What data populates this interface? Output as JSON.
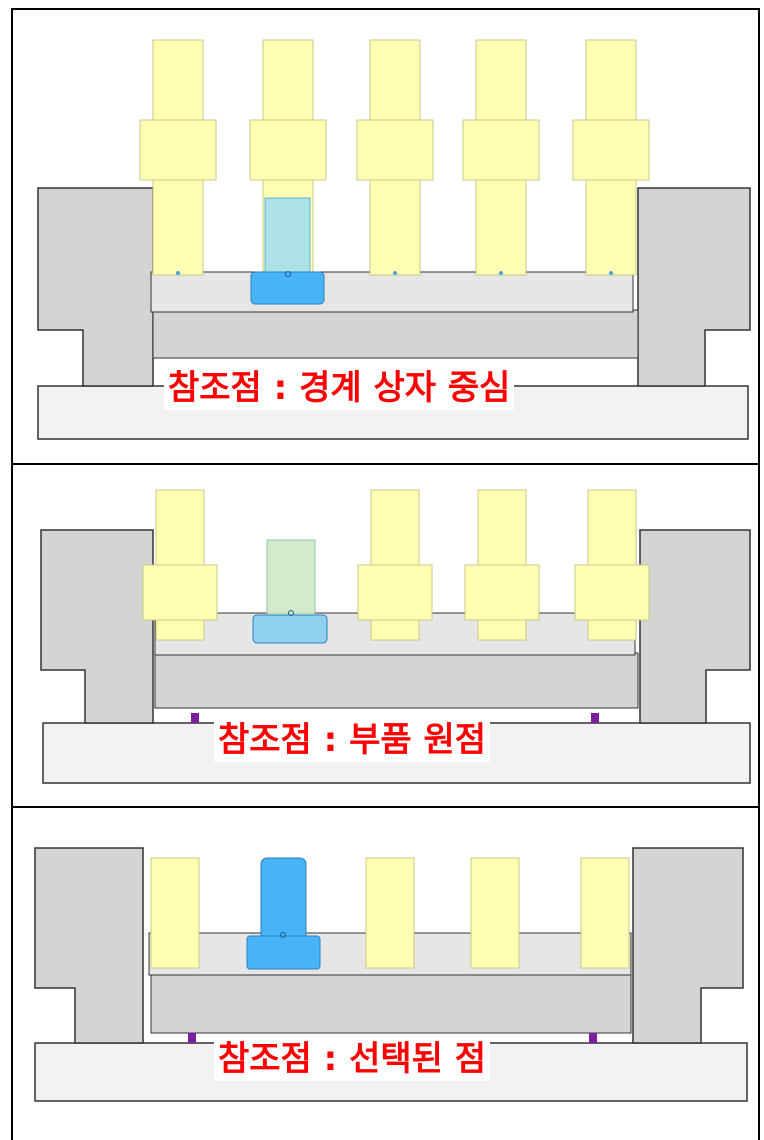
{
  "panels": [
    {
      "label": "참조점 : 경계 상자 중심"
    },
    {
      "label": "참조점 : 부품 원점"
    },
    {
      "label": "참조점 : 선택된 점"
    }
  ],
  "colors": {
    "part_yellow": "#ffffb4",
    "selected_blue": "#47b4f5",
    "block_gray": "#d4d4d4",
    "label_red": "#ff0000",
    "marker_purple": "#7a1fa0"
  }
}
